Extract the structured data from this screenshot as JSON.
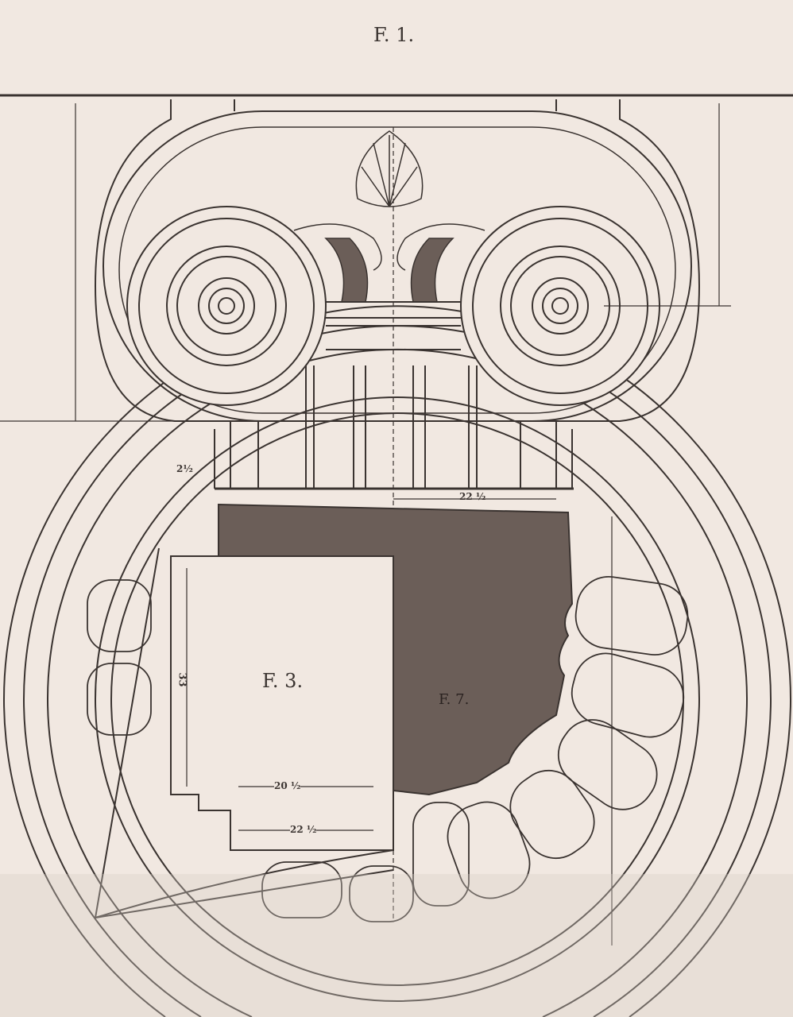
{
  "figure": {
    "title": "F. 1.",
    "labels": {
      "f3": "F. 3.",
      "f7": "F. 7.",
      "dim_width_top": "22 ½",
      "dim_width_mid": "20 ½",
      "dim_width_bottom": "22 ½",
      "dim_height_f3": "33",
      "dim_left_small": "2½"
    },
    "colors": {
      "paper": "#f1e8e1",
      "ink": "#3a3330",
      "fill": "#6b5e58"
    }
  }
}
